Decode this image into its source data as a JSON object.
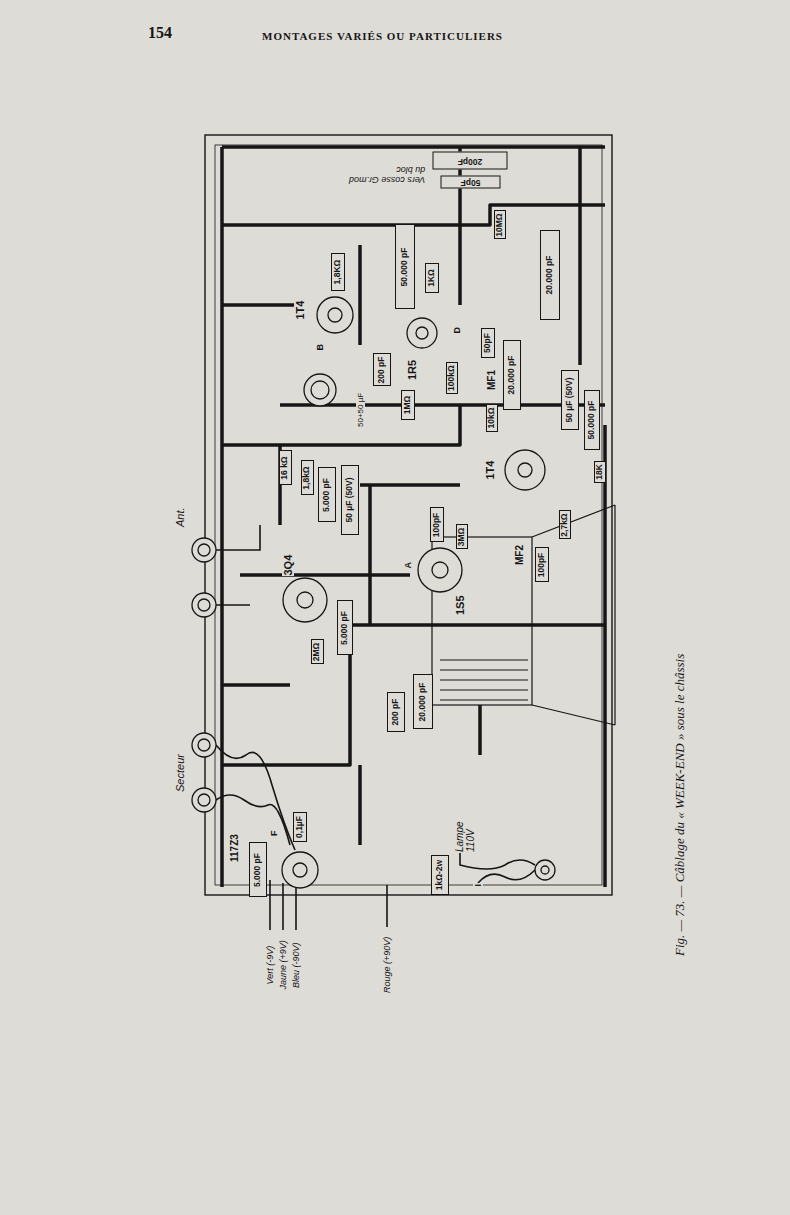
{
  "diagram": {
    "caption": "Fig. — 73. — Câblage du « WEEK-END » sous le châssis",
    "nodes": [
      {
        "text": [
          "200pF"
        ]
      },
      {
        "text": [
          "50pF"
        ]
      },
      {
        "text": [
          "50.000 pF"
        ]
      },
      {
        "text": [
          "1,8KΩ"
        ]
      },
      {
        "text": [
          "1KΩ"
        ]
      },
      {
        "text": [
          "10MΩ"
        ]
      },
      {
        "text": [
          "20.000 pF"
        ]
      },
      {
        "text": [
          "50pF"
        ]
      },
      {
        "text": [
          "200 pF"
        ]
      },
      {
        "text": [
          "100kΩ"
        ]
      },
      {
        "text": [
          "1MΩ"
        ]
      },
      {
        "text": [
          "20.000 pF"
        ]
      },
      {
        "text": [
          "10kΩ"
        ]
      },
      {
        "text": [
          "50 µF (50V)"
        ]
      },
      {
        "text": [
          "50.000 pF"
        ]
      },
      {
        "text": [
          "18K"
        ]
      },
      {
        "text": [
          "16 kΩ"
        ]
      },
      {
        "text": [
          "1,8kΩ"
        ]
      },
      {
        "text": [
          "5.000 pF"
        ]
      },
      {
        "text": [
          "50 µF (50V)"
        ]
      },
      {
        "text": [
          "100pF"
        ]
      },
      {
        "text": [
          "3MΩ"
        ]
      },
      {
        "text": [
          "100pF"
        ]
      },
      {
        "text": [
          "2,7kΩ"
        ]
      },
      {
        "text": [
          "5.000 pF"
        ]
      },
      {
        "text": [
          "2MΩ"
        ]
      },
      {
        "text": [
          "200 pF"
        ]
      },
      {
        "text": [
          "20.000 pF"
        ]
      },
      {
        "text": [
          "0,1µF"
        ]
      },
      {
        "text": [
          "5.000 pF"
        ]
      },
      {
        "text": [
          "1kΩ-2w"
        ]
      }
    ],
    "labels": [
      "154",
      "MONTAGES VARIÉS OU PARTICULIERS",
      "Vers cosse Gr.mod du bloc",
      "1T4",
      "B",
      "D",
      "1R5",
      "MF1",
      "50+50 µF",
      "Ant.",
      "1T4",
      "3Q4",
      "1S5",
      "A",
      "MF2",
      "Secteur",
      "117Z3",
      "F",
      "Lampe 110V",
      "I",
      "Vert (-9V)",
      "Jaune (+9V)",
      "Bleu (-90V)",
      "Rouge (+90V)"
    ]
  }
}
